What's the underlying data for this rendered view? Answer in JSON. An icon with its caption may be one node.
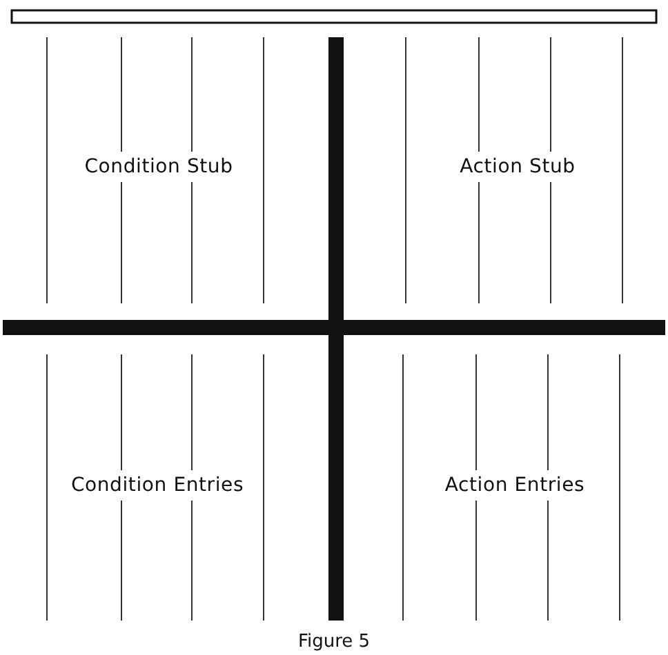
{
  "diagram": {
    "caption": "Figure 5",
    "labels": [
      "Condition Stub",
      "Action Stub",
      "Condition Entries",
      "Action Entries"
    ]
  }
}
